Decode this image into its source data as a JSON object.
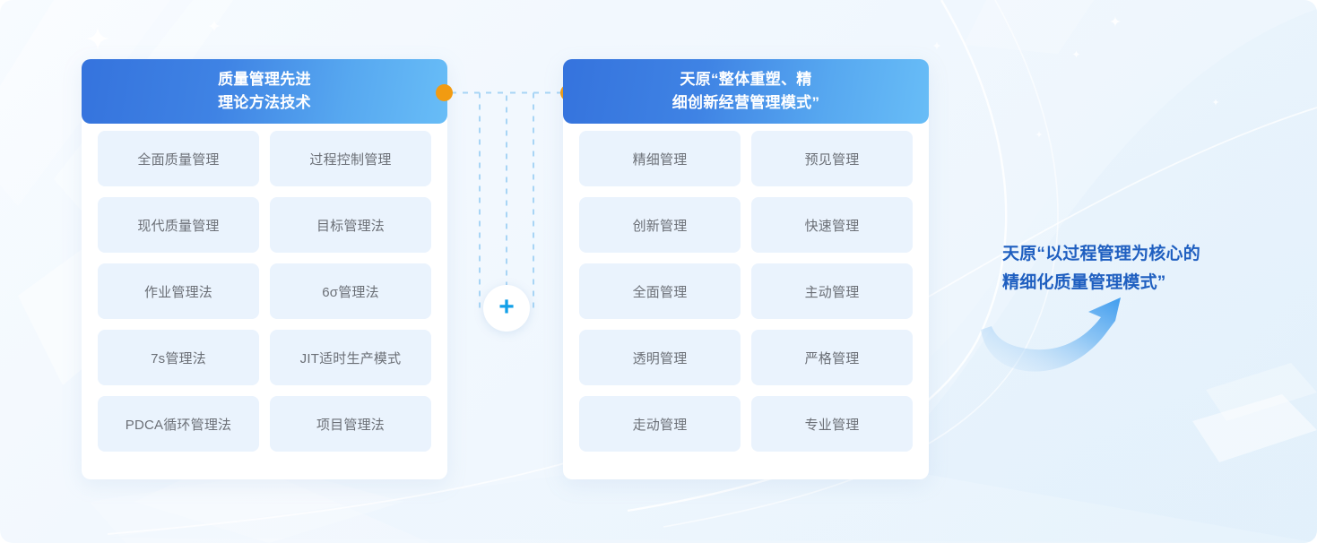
{
  "colors": {
    "header_gradient_start": "#3573dd",
    "header_gradient_end": "#68bdf7",
    "dot_orange": "#f29b11",
    "plus_blue": "#12a0e8",
    "cell_bg": "#eaf3fd",
    "cell_text": "#6b6f76",
    "result_text": "#1f5fc0",
    "dashed_line": "#a8d5f5",
    "panel_bg": "#ffffff",
    "page_bg": "#f2f8fe"
  },
  "left_panel": {
    "title": "质量管理先进\n理论方法技术",
    "cells": [
      "全面质量管理",
      "过程控制管理",
      "现代质量管理",
      "目标管理法",
      "作业管理法",
      "6σ管理法",
      "7s管理法",
      "JIT适时生产模式",
      "PDCA循环管理法",
      "项目管理法"
    ]
  },
  "right_panel": {
    "title": "天原“整体重塑、精\n细创新经营管理模式”",
    "cells": [
      "精细管理",
      "预见管理",
      "创新管理",
      "快速管理",
      "全面管理",
      "主动管理",
      "透明管理",
      "严格管理",
      "走动管理",
      "专业管理"
    ]
  },
  "connector": {
    "plus_symbol": "+",
    "left_dot_label": "left-connector-dot",
    "right_dot_label": "right-connector-dot"
  },
  "result": {
    "text": "天原“以过程管理为核心的\n精细化质量管理模式”"
  }
}
